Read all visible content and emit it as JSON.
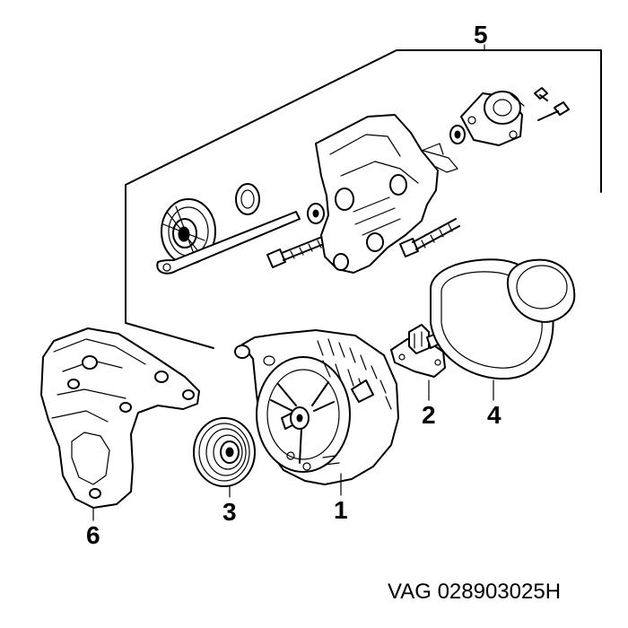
{
  "callouts": {
    "c1": "1",
    "c2": "2",
    "c3": "3",
    "c4": "4",
    "c5": "5",
    "c6": "6"
  },
  "part_number": "VAG 028903025H"
}
